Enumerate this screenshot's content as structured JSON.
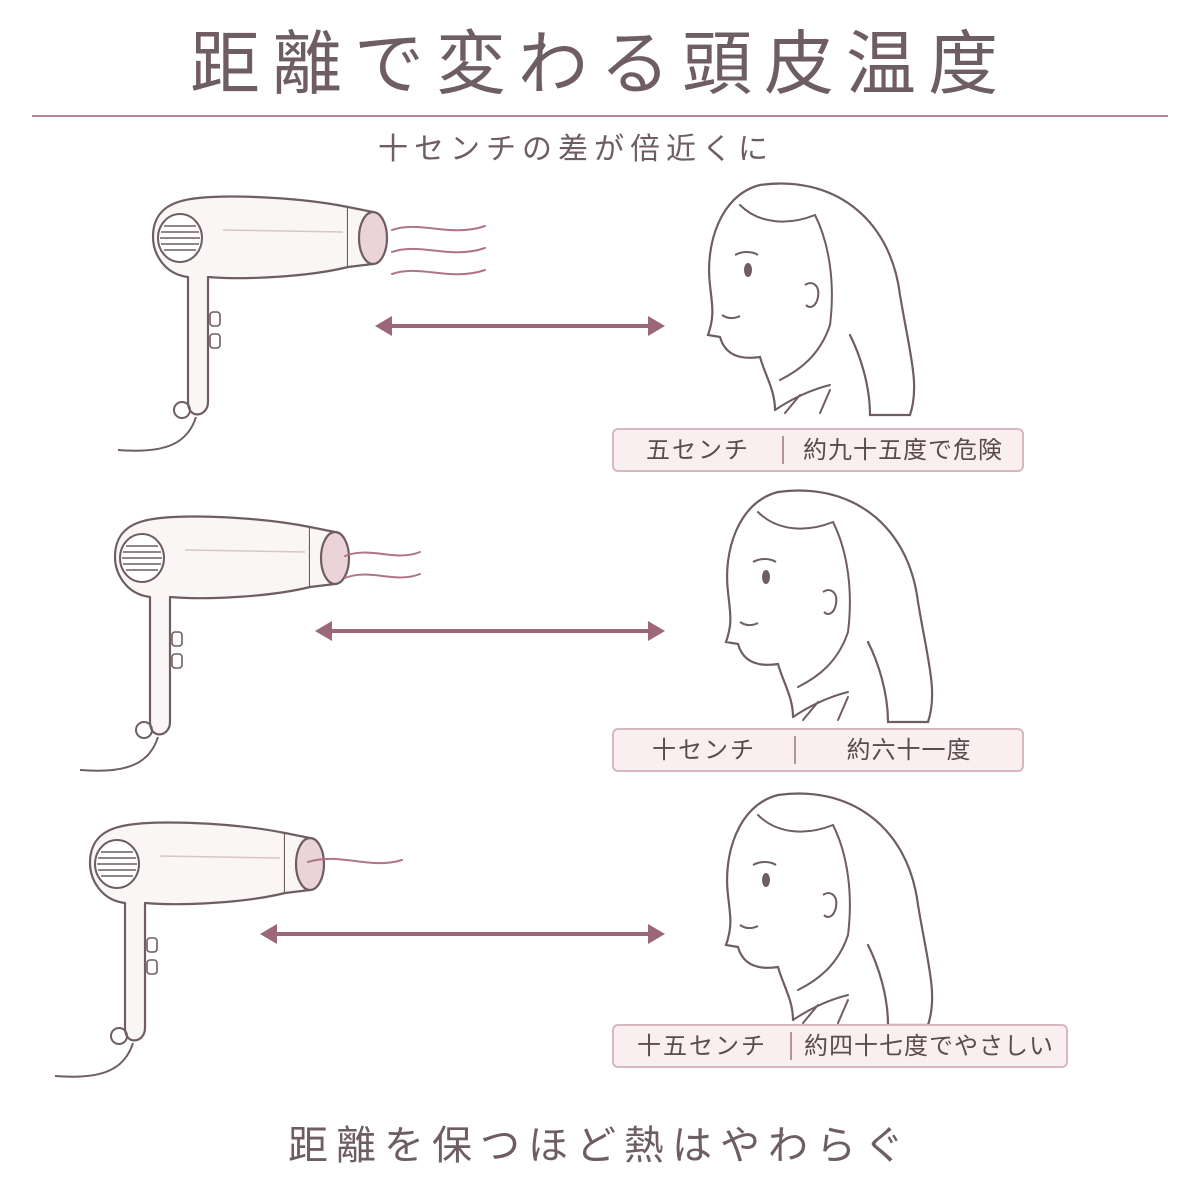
{
  "title": "距離で変わる頭皮温度",
  "subtitle": "十センチの差が倍近くに",
  "rows": [
    {
      "distance": "五センチ",
      "temperature": "約九十五度で危険"
    },
    {
      "distance": "十センチ",
      "temperature": "約六十一度"
    },
    {
      "distance": "十五センチ",
      "temperature": "約四十七度でやさしい"
    }
  ],
  "footer": "距離を保つほど熱はやわらぐ",
  "colors": {
    "line": "#6e5d61",
    "accent": "#b07486",
    "label_bg": "#f9eef0",
    "label_border": "#d7b7bf"
  },
  "icons": [
    "hair-dryer-icon",
    "woman-profile-icon",
    "double-arrow-icon",
    "airflow-icon"
  ]
}
